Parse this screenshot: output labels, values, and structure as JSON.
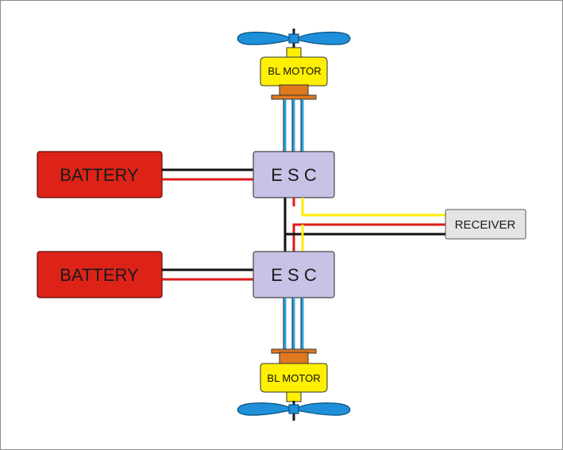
{
  "diagram": {
    "top_motor_label": "BL MOTOR",
    "bottom_motor_label": "BL MOTOR",
    "top_esc_label": "E S C",
    "bottom_esc_label": "E S C",
    "top_battery_label": "BATTERY",
    "bottom_battery_label": "BATTERY",
    "receiver_label": "RECEIVER"
  },
  "colors": {
    "battery": "#dd2318",
    "esc": "#c8c2e6",
    "motor": "#ffef00",
    "motor_base": "#e07820",
    "propeller": "#1e8fd8",
    "receiver": "#e4e4e4",
    "wire_black": "#111111",
    "wire_red": "#dd1a1a",
    "wire_yellow": "#ffee00",
    "wire_blue": "#2aa2e6"
  }
}
